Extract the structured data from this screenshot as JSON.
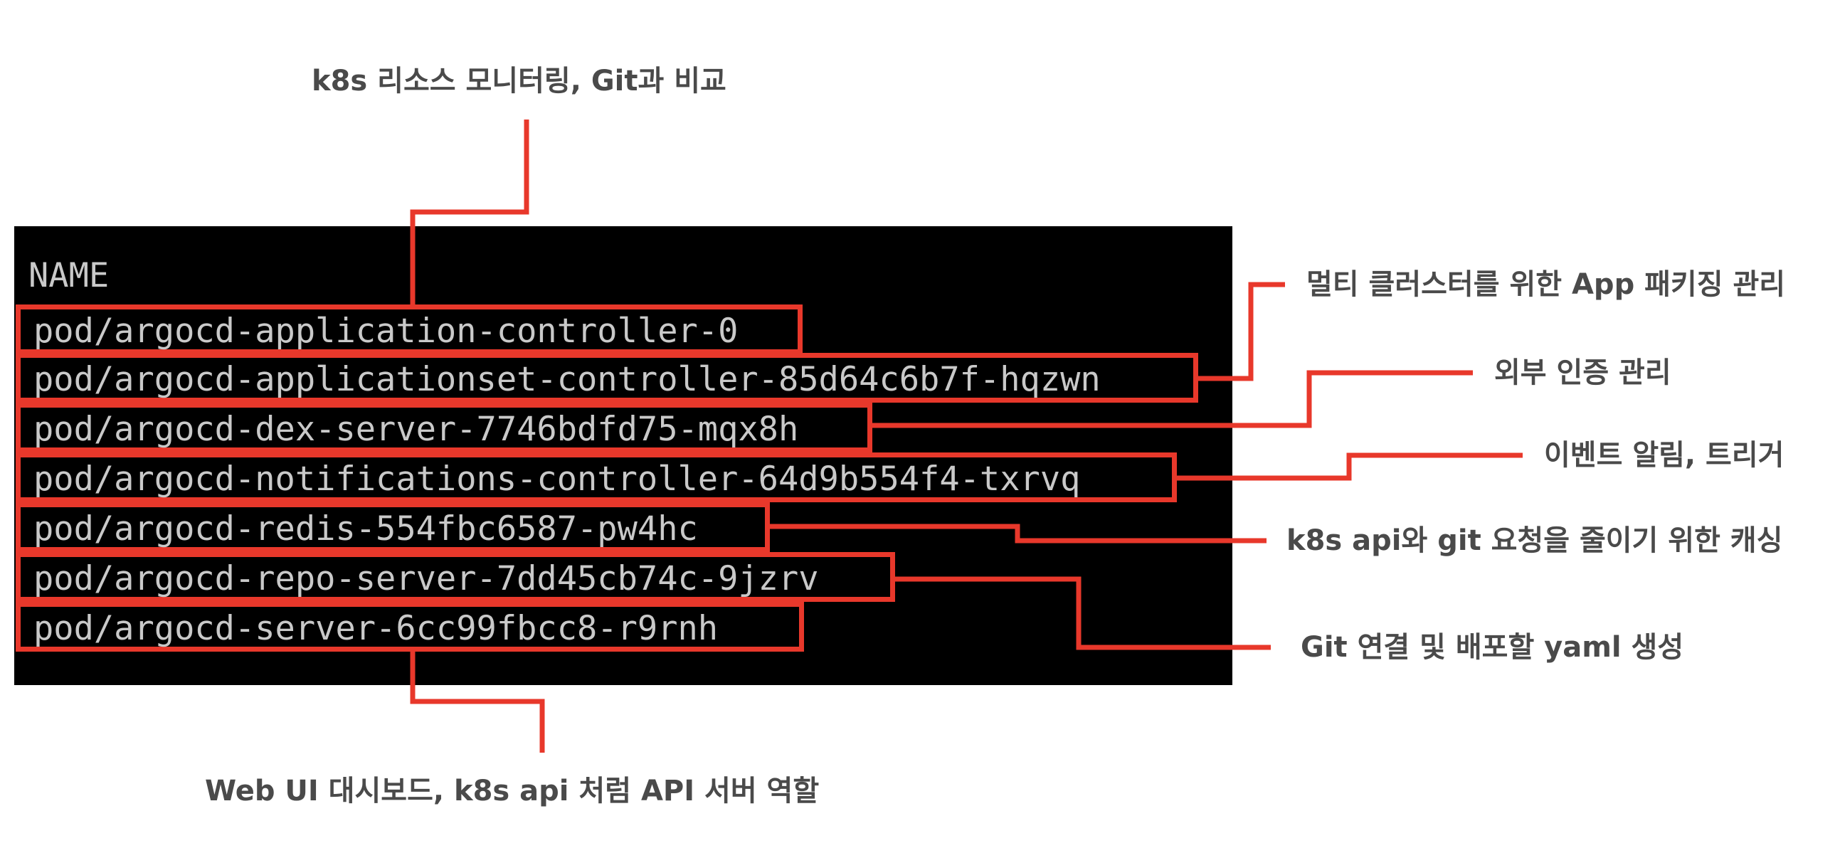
{
  "terminal": {
    "header": "NAME",
    "pods": [
      "pod/argocd-application-controller-0",
      "pod/argocd-applicationset-controller-85d64c6b7f-hqzwn",
      "pod/argocd-dex-server-7746bdfd75-mqx8h",
      "pod/argocd-notifications-controller-64d9b554f4-txrvq",
      "pod/argocd-redis-554fbc6587-pw4hc",
      "pod/argocd-repo-server-7dd45cb74c-9jzrv",
      "pod/argocd-server-6cc99fbcc8-r9rnh"
    ]
  },
  "annotations": {
    "application_controller": "k8s 리소스 모니터링, Git과 비교",
    "applicationset_controller": "멀티 클러스터를 위한 App 패키징 관리",
    "dex_server": "외부 인증 관리",
    "notifications_controller": "이벤트 알림, 트리거",
    "redis": "k8s api와 git 요청을 줄이기 위한 캐싱",
    "repo_server": "Git 연결 및 배포할 yaml 생성",
    "server": "Web UI 대시보드, k8s api 처럼 API 서버 역할"
  },
  "colors": {
    "highlight": "#e8382b",
    "terminal_bg": "#000000",
    "terminal_text": "#c9c9c9",
    "annotation_text": "#4a4a4a"
  }
}
